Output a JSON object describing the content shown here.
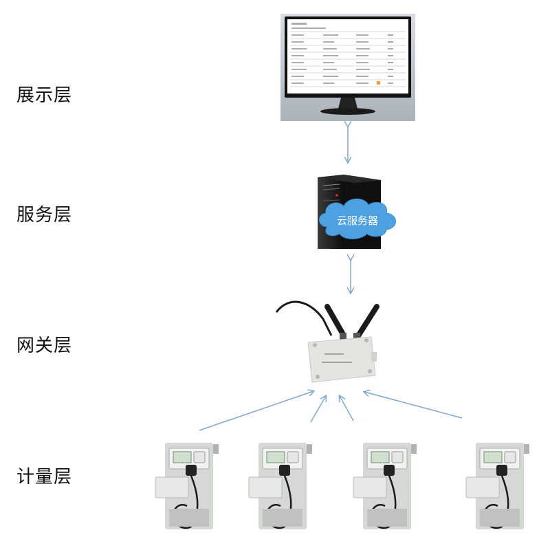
{
  "layers": [
    {
      "label": "展示层"
    },
    {
      "label": "服务层"
    },
    {
      "label": "网关层"
    },
    {
      "label": "计量层"
    }
  ],
  "cloud_label": "云服务器",
  "colors": {
    "arrow": "#7fa6cf",
    "cloud": "#4ea1e0",
    "monitor_frame": "#1a1a1a",
    "server_body": "#151515",
    "gateway_box": "#e8e9e4",
    "meter_body": "#cfd2cf"
  },
  "icons": [
    "monitor-icon",
    "server-icon",
    "cloud-icon",
    "gateway-icon",
    "electric-meter-icon"
  ]
}
